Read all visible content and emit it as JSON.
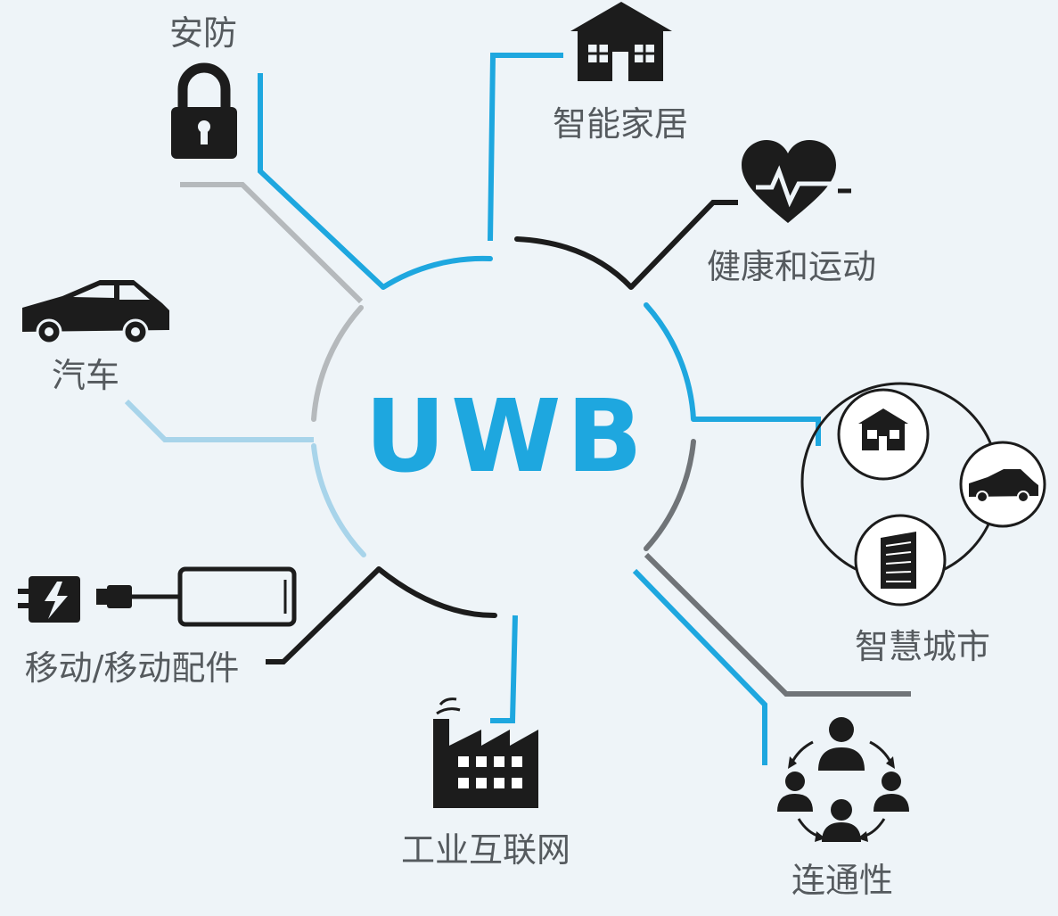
{
  "center": {
    "title": "UWB"
  },
  "nodes": [
    {
      "id": "security",
      "label": "安防",
      "icon": "lock-icon"
    },
    {
      "id": "smart-home",
      "label": "智能家居",
      "icon": "house-icon"
    },
    {
      "id": "health",
      "label": "健康和运动",
      "icon": "heart-pulse-icon"
    },
    {
      "id": "automotive",
      "label": "汽车",
      "icon": "car-icon"
    },
    {
      "id": "smart-city",
      "label": "智慧城市",
      "icon": "city-cluster-icon"
    },
    {
      "id": "mobile",
      "label": "移动/移动配件",
      "icon": "mobile-accessories-icon"
    },
    {
      "id": "industrial-iot",
      "label": "工业互联网",
      "icon": "factory-icon"
    },
    {
      "id": "connectivity",
      "label": "连通性",
      "icon": "people-network-icon"
    }
  ],
  "colors": {
    "accent": "#1ea7df",
    "light_blue": "#a8d4ea",
    "dark": "#1c1c1c",
    "gray": "#b5b9bc",
    "mid_gray": "#707478",
    "background": "#eef4f8"
  }
}
